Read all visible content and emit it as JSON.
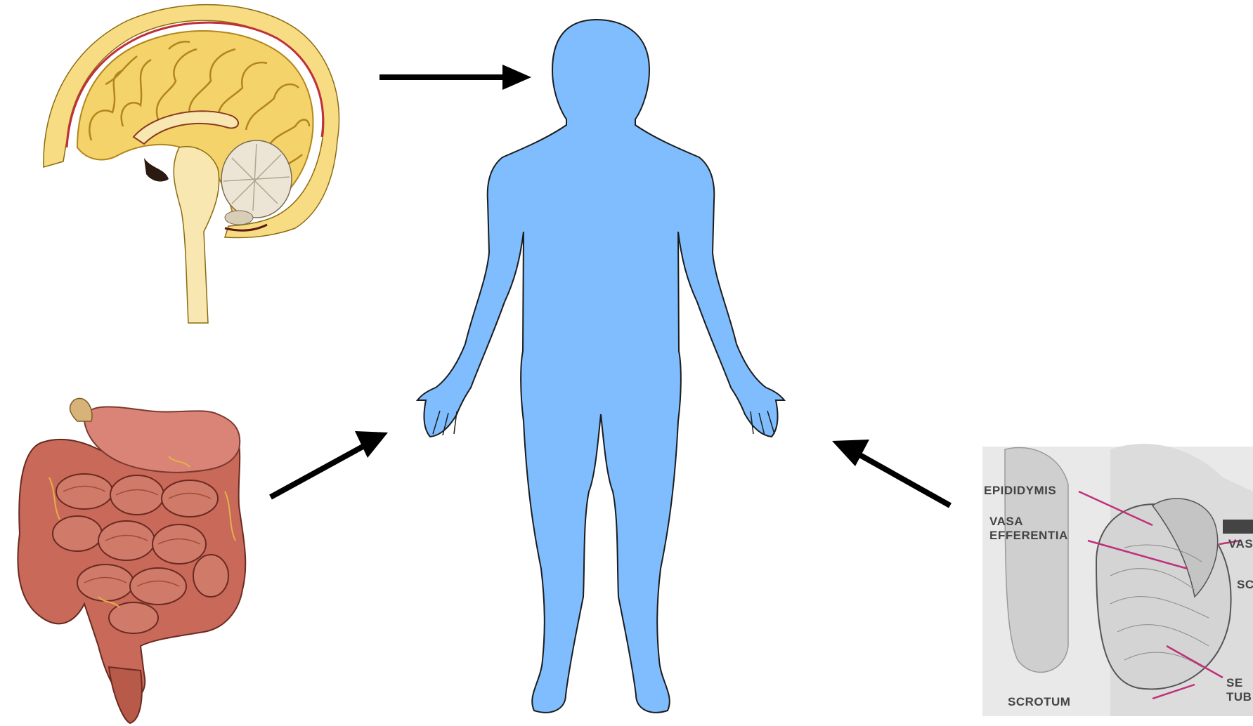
{
  "colors": {
    "body_fill": "#7fbdfe",
    "body_stroke": "#1c1c1c",
    "arrow": "#000000",
    "brain_outer": "#f7dc84",
    "brain_gyri": "#f4d36b",
    "brain_line": "#c99a2c",
    "intestine": "#c8695a",
    "stomach": "#d98476",
    "label_leader": "#c0307a"
  },
  "icons": {
    "human": "human-body-silhouette-icon",
    "brain": "brain-sagittal-icon",
    "intestines": "digestive-tract-icon",
    "testis": "testis-anatomy-icon"
  },
  "testis_labels": {
    "epididymis": "EPIDIDYMIS",
    "vasa_line1": "VASA",
    "vasa_line2": "EFFERENTIA",
    "scrotum": "SCROTUM",
    "right_top": "VAS",
    "right_mid": "SC",
    "right_bot1": "SE",
    "right_bot2": "TUB"
  }
}
